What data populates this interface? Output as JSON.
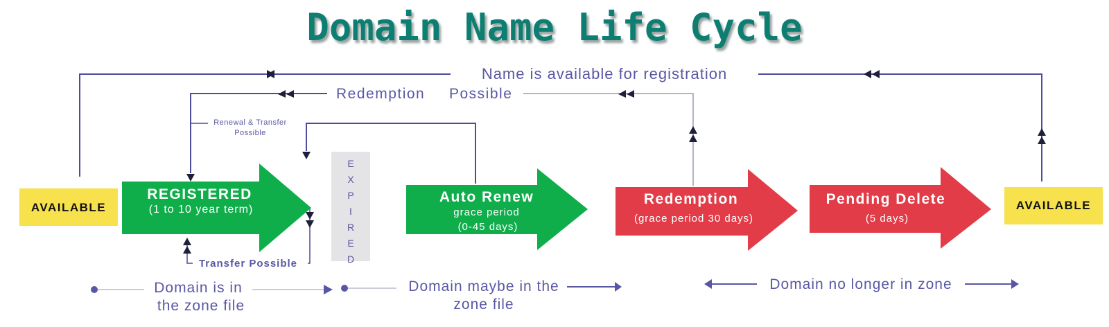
{
  "title": "Domain Name Life Cycle",
  "colors": {
    "title": "#0d7f72",
    "title_shadow": "#9aa5a3",
    "green": "#0fae4b",
    "red": "#e23c48",
    "yellow": "#f7e14c",
    "line": "#4c4c9a",
    "line_light": "#9a9ab4",
    "label": "#5957a3",
    "expired_box": "#e4e4e6",
    "arrowhead": "#1f1f3c"
  },
  "states": {
    "available_left": "AVAILABLE",
    "available_right": "AVAILABLE",
    "registered": {
      "title": "REGISTERED",
      "subtitle": "(1 to 10 year term)"
    },
    "expired": "EXPIRED",
    "auto_renew": {
      "title": "Auto Renew",
      "line1": "grace period",
      "line2": "(0-45 days)"
    },
    "redemption": {
      "title": "Redemption",
      "subtitle": "(grace period 30 days)"
    },
    "pending_delete": {
      "title": "Pending Delete",
      "subtitle": "(5 days)"
    }
  },
  "flows": {
    "name_available": "Name is available for registration",
    "redemption_possible_1": "Redemption",
    "redemption_possible_2": "Possible",
    "renewal_transfer_1": "Renewal & Transfer",
    "renewal_transfer_2": "Possible",
    "transfer_possible": "Transfer Possible"
  },
  "zones": {
    "in_zone_1": "Domain is in",
    "in_zone_2": "the zone file",
    "maybe_zone_1": "Domain maybe in the",
    "maybe_zone_2": "zone file",
    "no_longer_zone": "Domain no longer in zone"
  }
}
